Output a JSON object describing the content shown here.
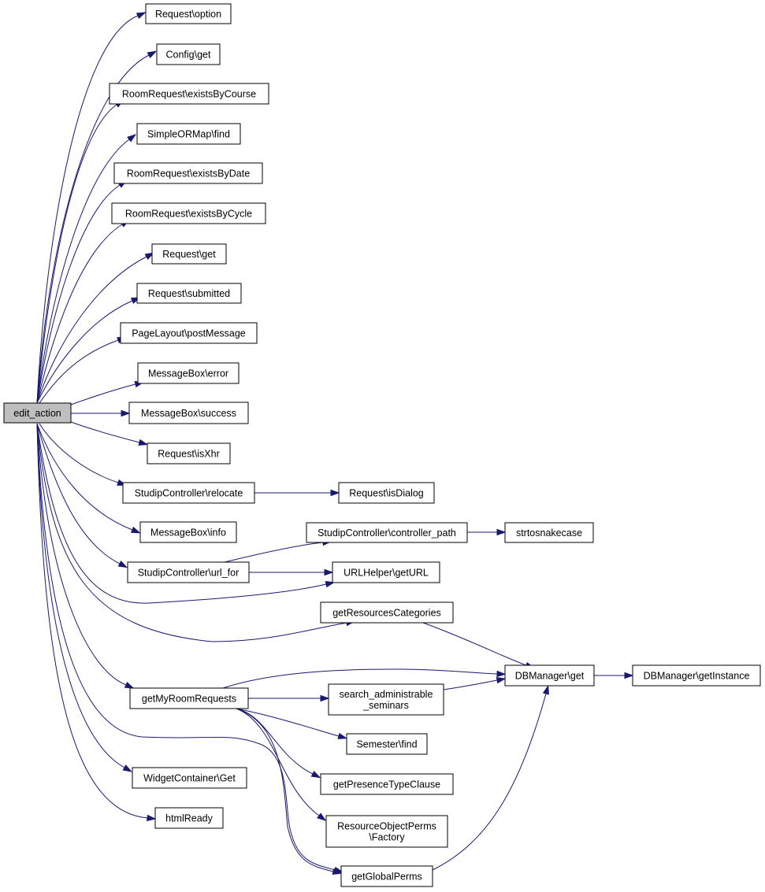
{
  "graph": {
    "root": "edit_action",
    "colors": {
      "edge": "#191970",
      "root_fill": "#bfbfbf",
      "node_fill": "#ffffff",
      "node_border": "#000000"
    },
    "nodes": [
      {
        "id": "edit_action",
        "lines": [
          "edit_action"
        ]
      },
      {
        "id": "request_option",
        "lines": [
          "Request\\option"
        ]
      },
      {
        "id": "config_get",
        "lines": [
          "Config\\get"
        ]
      },
      {
        "id": "rr_exists_course",
        "lines": [
          "RoomRequest\\existsByCourse"
        ]
      },
      {
        "id": "simpleormap_find",
        "lines": [
          "SimpleORMap\\find"
        ]
      },
      {
        "id": "rr_exists_date",
        "lines": [
          "RoomRequest\\existsByDate"
        ]
      },
      {
        "id": "rr_exists_cycle",
        "lines": [
          "RoomRequest\\existsByCycle"
        ]
      },
      {
        "id": "request_get",
        "lines": [
          "Request\\get"
        ]
      },
      {
        "id": "request_submitted",
        "lines": [
          "Request\\submitted"
        ]
      },
      {
        "id": "pagelayout_postmessage",
        "lines": [
          "PageLayout\\postMessage"
        ]
      },
      {
        "id": "messagebox_error",
        "lines": [
          "MessageBox\\error"
        ]
      },
      {
        "id": "messagebox_success",
        "lines": [
          "MessageBox\\success"
        ]
      },
      {
        "id": "request_isxhr",
        "lines": [
          "Request\\isXhr"
        ]
      },
      {
        "id": "sc_relocate",
        "lines": [
          "StudipController\\relocate"
        ]
      },
      {
        "id": "request_isdialog",
        "lines": [
          "Request\\isDialog"
        ]
      },
      {
        "id": "messagebox_info",
        "lines": [
          "MessageBox\\info"
        ]
      },
      {
        "id": "sc_controller_path",
        "lines": [
          "StudipController\\controller_path"
        ]
      },
      {
        "id": "strtosnakecase",
        "lines": [
          "strtosnakecase"
        ]
      },
      {
        "id": "sc_url_for",
        "lines": [
          "StudipController\\url_for"
        ]
      },
      {
        "id": "urlhelper_geturl",
        "lines": [
          "URLHelper\\getURL"
        ]
      },
      {
        "id": "get_resources_categories",
        "lines": [
          "getResourcesCategories"
        ]
      },
      {
        "id": "dbmanager_get",
        "lines": [
          "DBManager\\get"
        ]
      },
      {
        "id": "dbmanager_getinstance",
        "lines": [
          "DBManager\\getInstance"
        ]
      },
      {
        "id": "get_my_room_requests",
        "lines": [
          "getMyRoomRequests"
        ]
      },
      {
        "id": "search_admin_seminars",
        "lines": [
          "search_administrable",
          "_seminars"
        ]
      },
      {
        "id": "semester_find",
        "lines": [
          "Semester\\find"
        ]
      },
      {
        "id": "widgetcontainer_get",
        "lines": [
          "WidgetContainer\\Get"
        ]
      },
      {
        "id": "get_presence_type_clause",
        "lines": [
          "getPresenceTypeClause"
        ]
      },
      {
        "id": "html_ready",
        "lines": [
          "htmlReady"
        ]
      },
      {
        "id": "resource_object_perms_factory",
        "lines": [
          "ResourceObjectPerms",
          "\\Factory"
        ]
      },
      {
        "id": "get_global_perms",
        "lines": [
          "getGlobalPerms"
        ]
      }
    ],
    "edges": [
      {
        "from": "edit_action",
        "to": "request_option"
      },
      {
        "from": "edit_action",
        "to": "config_get"
      },
      {
        "from": "edit_action",
        "to": "rr_exists_course"
      },
      {
        "from": "edit_action",
        "to": "simpleormap_find"
      },
      {
        "from": "edit_action",
        "to": "rr_exists_date"
      },
      {
        "from": "edit_action",
        "to": "rr_exists_cycle"
      },
      {
        "from": "edit_action",
        "to": "request_get"
      },
      {
        "from": "edit_action",
        "to": "request_submitted"
      },
      {
        "from": "edit_action",
        "to": "pagelayout_postmessage"
      },
      {
        "from": "edit_action",
        "to": "messagebox_error"
      },
      {
        "from": "edit_action",
        "to": "messagebox_success"
      },
      {
        "from": "edit_action",
        "to": "request_isxhr"
      },
      {
        "from": "edit_action",
        "to": "sc_relocate"
      },
      {
        "from": "edit_action",
        "to": "messagebox_info"
      },
      {
        "from": "edit_action",
        "to": "sc_url_for"
      },
      {
        "from": "edit_action",
        "to": "urlhelper_geturl"
      },
      {
        "from": "edit_action",
        "to": "get_resources_categories"
      },
      {
        "from": "edit_action",
        "to": "get_my_room_requests"
      },
      {
        "from": "edit_action",
        "to": "widgetcontainer_get"
      },
      {
        "from": "edit_action",
        "to": "html_ready"
      },
      {
        "from": "edit_action",
        "to": "get_global_perms"
      },
      {
        "from": "sc_relocate",
        "to": "request_isdialog"
      },
      {
        "from": "sc_url_for",
        "to": "sc_controller_path"
      },
      {
        "from": "sc_url_for",
        "to": "urlhelper_geturl"
      },
      {
        "from": "sc_controller_path",
        "to": "strtosnakecase"
      },
      {
        "from": "get_resources_categories",
        "to": "dbmanager_get"
      },
      {
        "from": "get_my_room_requests",
        "to": "dbmanager_get"
      },
      {
        "from": "get_my_room_requests",
        "to": "search_admin_seminars"
      },
      {
        "from": "get_my_room_requests",
        "to": "semester_find"
      },
      {
        "from": "get_my_room_requests",
        "to": "get_presence_type_clause"
      },
      {
        "from": "get_my_room_requests",
        "to": "resource_object_perms_factory"
      },
      {
        "from": "get_my_room_requests",
        "to": "get_global_perms"
      },
      {
        "from": "search_admin_seminars",
        "to": "dbmanager_get"
      },
      {
        "from": "get_global_perms",
        "to": "dbmanager_get"
      },
      {
        "from": "dbmanager_get",
        "to": "dbmanager_getinstance"
      }
    ]
  }
}
